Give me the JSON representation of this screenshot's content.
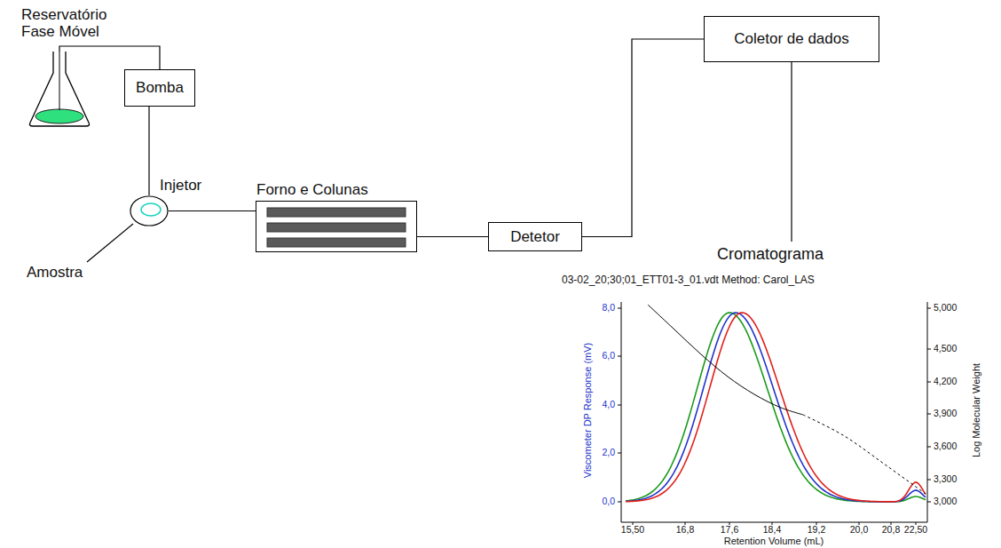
{
  "diagram": {
    "nodes": [
      {
        "text": [
          "Reservatório Fase Móvel"
        ]
      },
      {
        "text": [
          "Bomba"
        ]
      },
      {
        "text": [
          "Injetor"
        ]
      },
      {
        "text": [
          "Forno e Colunas"
        ]
      },
      {
        "text": [
          "Detetor"
        ]
      },
      {
        "text": [
          "Coletor de dados"
        ]
      },
      {
        "text": [
          "Cromatograma"
        ]
      }
    ],
    "edges": [
      {
        "from": 0,
        "to": 1,
        "arrow": "none"
      },
      {
        "from": 1,
        "to": 2,
        "arrow": "none"
      },
      {
        "from": 2,
        "to": 3,
        "arrow": "none"
      },
      {
        "from": 3,
        "to": 4,
        "arrow": "none"
      },
      {
        "from": 4,
        "to": 5,
        "arrow": "none"
      },
      {
        "from": 5,
        "to": 6,
        "arrow": "none"
      }
    ],
    "labels": [
      "Amostra",
      "03-02_20;30;01_ETT01-3_01.vdt Method: Carol_LAS",
      "Viscometer DP Response (mV)",
      "Log Molecular Weight",
      "Retention Volume (mL)",
      "8,0",
      "6,0",
      "4,0",
      "2,0",
      "0,0",
      "5,000",
      "4,500",
      "4,200",
      "3,900",
      "3,600",
      "3,300",
      "3,000",
      "15,50",
      "16,8",
      "17,6",
      "18,4",
      "19,2",
      "20,0",
      "20,8",
      "22,50"
    ]
  }
}
